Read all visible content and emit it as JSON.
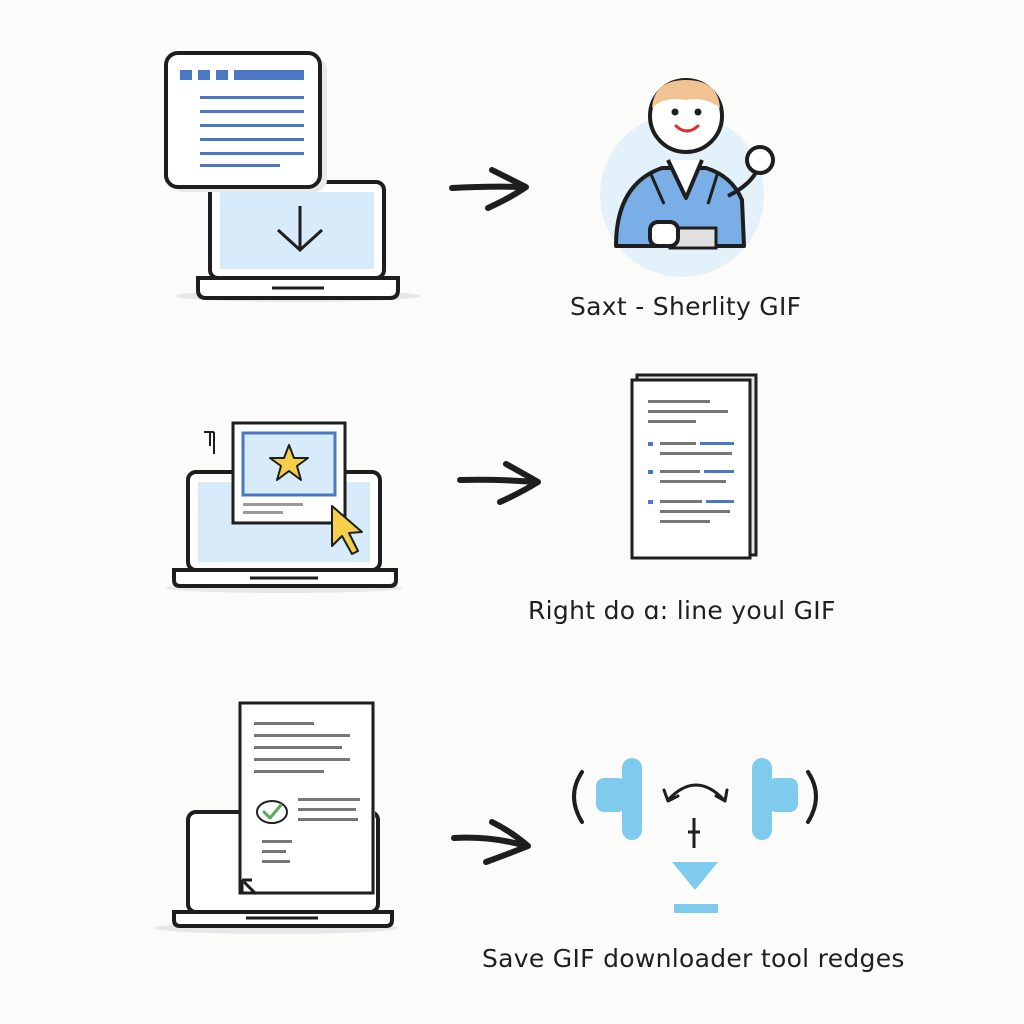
{
  "steps": [
    {
      "left_icon": "laptop-download-icon",
      "right_icon": "person-waving-icon",
      "caption": "Saxt - Sherlity GIF"
    },
    {
      "left_icon": "laptop-star-click-icon",
      "right_icon": "document-icon",
      "caption": "Right do ɑ: line youl GIF"
    },
    {
      "left_icon": "laptop-document-check-icon",
      "right_icon": "download-tool-icon",
      "caption": "Save GIF downloader tool redges"
    }
  ],
  "colors": {
    "line": "#1e1e1e",
    "accent_blue": "#4b78c4",
    "light_blue": "#d7ebfb",
    "sky_blue": "#7fcbee",
    "star_yellow": "#f5cf4a",
    "check_green": "#5aa85a"
  }
}
